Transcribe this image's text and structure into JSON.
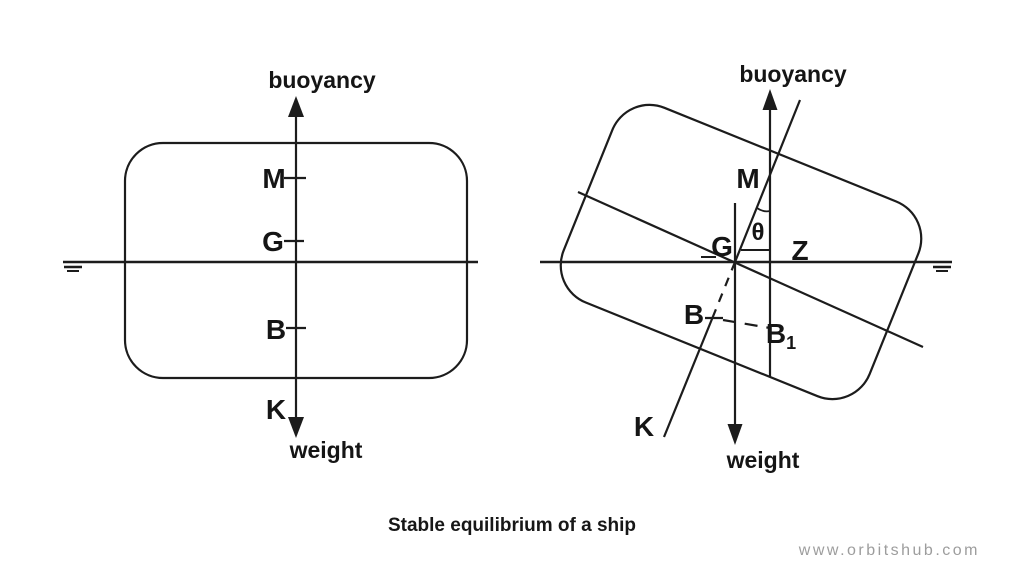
{
  "title": "Stable equilibrium of a ship",
  "watermark": "www.orbitshub.com",
  "colors": {
    "ink": "#1c1c1c",
    "label_text": "#151515",
    "title_text": "#171717",
    "watermark_text": "#9d9d9d",
    "background": "#ffffff"
  },
  "left_diagram": {
    "force_up_label": "buoyancy",
    "force_down_label": "weight",
    "point_labels": {
      "metacenter": "M",
      "center_of_gravity": "G",
      "center_of_buoyancy": "B",
      "keel": "K"
    }
  },
  "right_diagram": {
    "force_up_label": "buoyancy",
    "force_down_label": "weight",
    "point_labels": {
      "metacenter": "M",
      "heel_angle": "θ",
      "center_of_gravity": "G",
      "righting_lever_end": "Z",
      "center_of_buoyancy": "B",
      "new_center_of_buoyancy": "B",
      "new_center_of_buoyancy_subscript": "1",
      "keel": "K"
    }
  }
}
